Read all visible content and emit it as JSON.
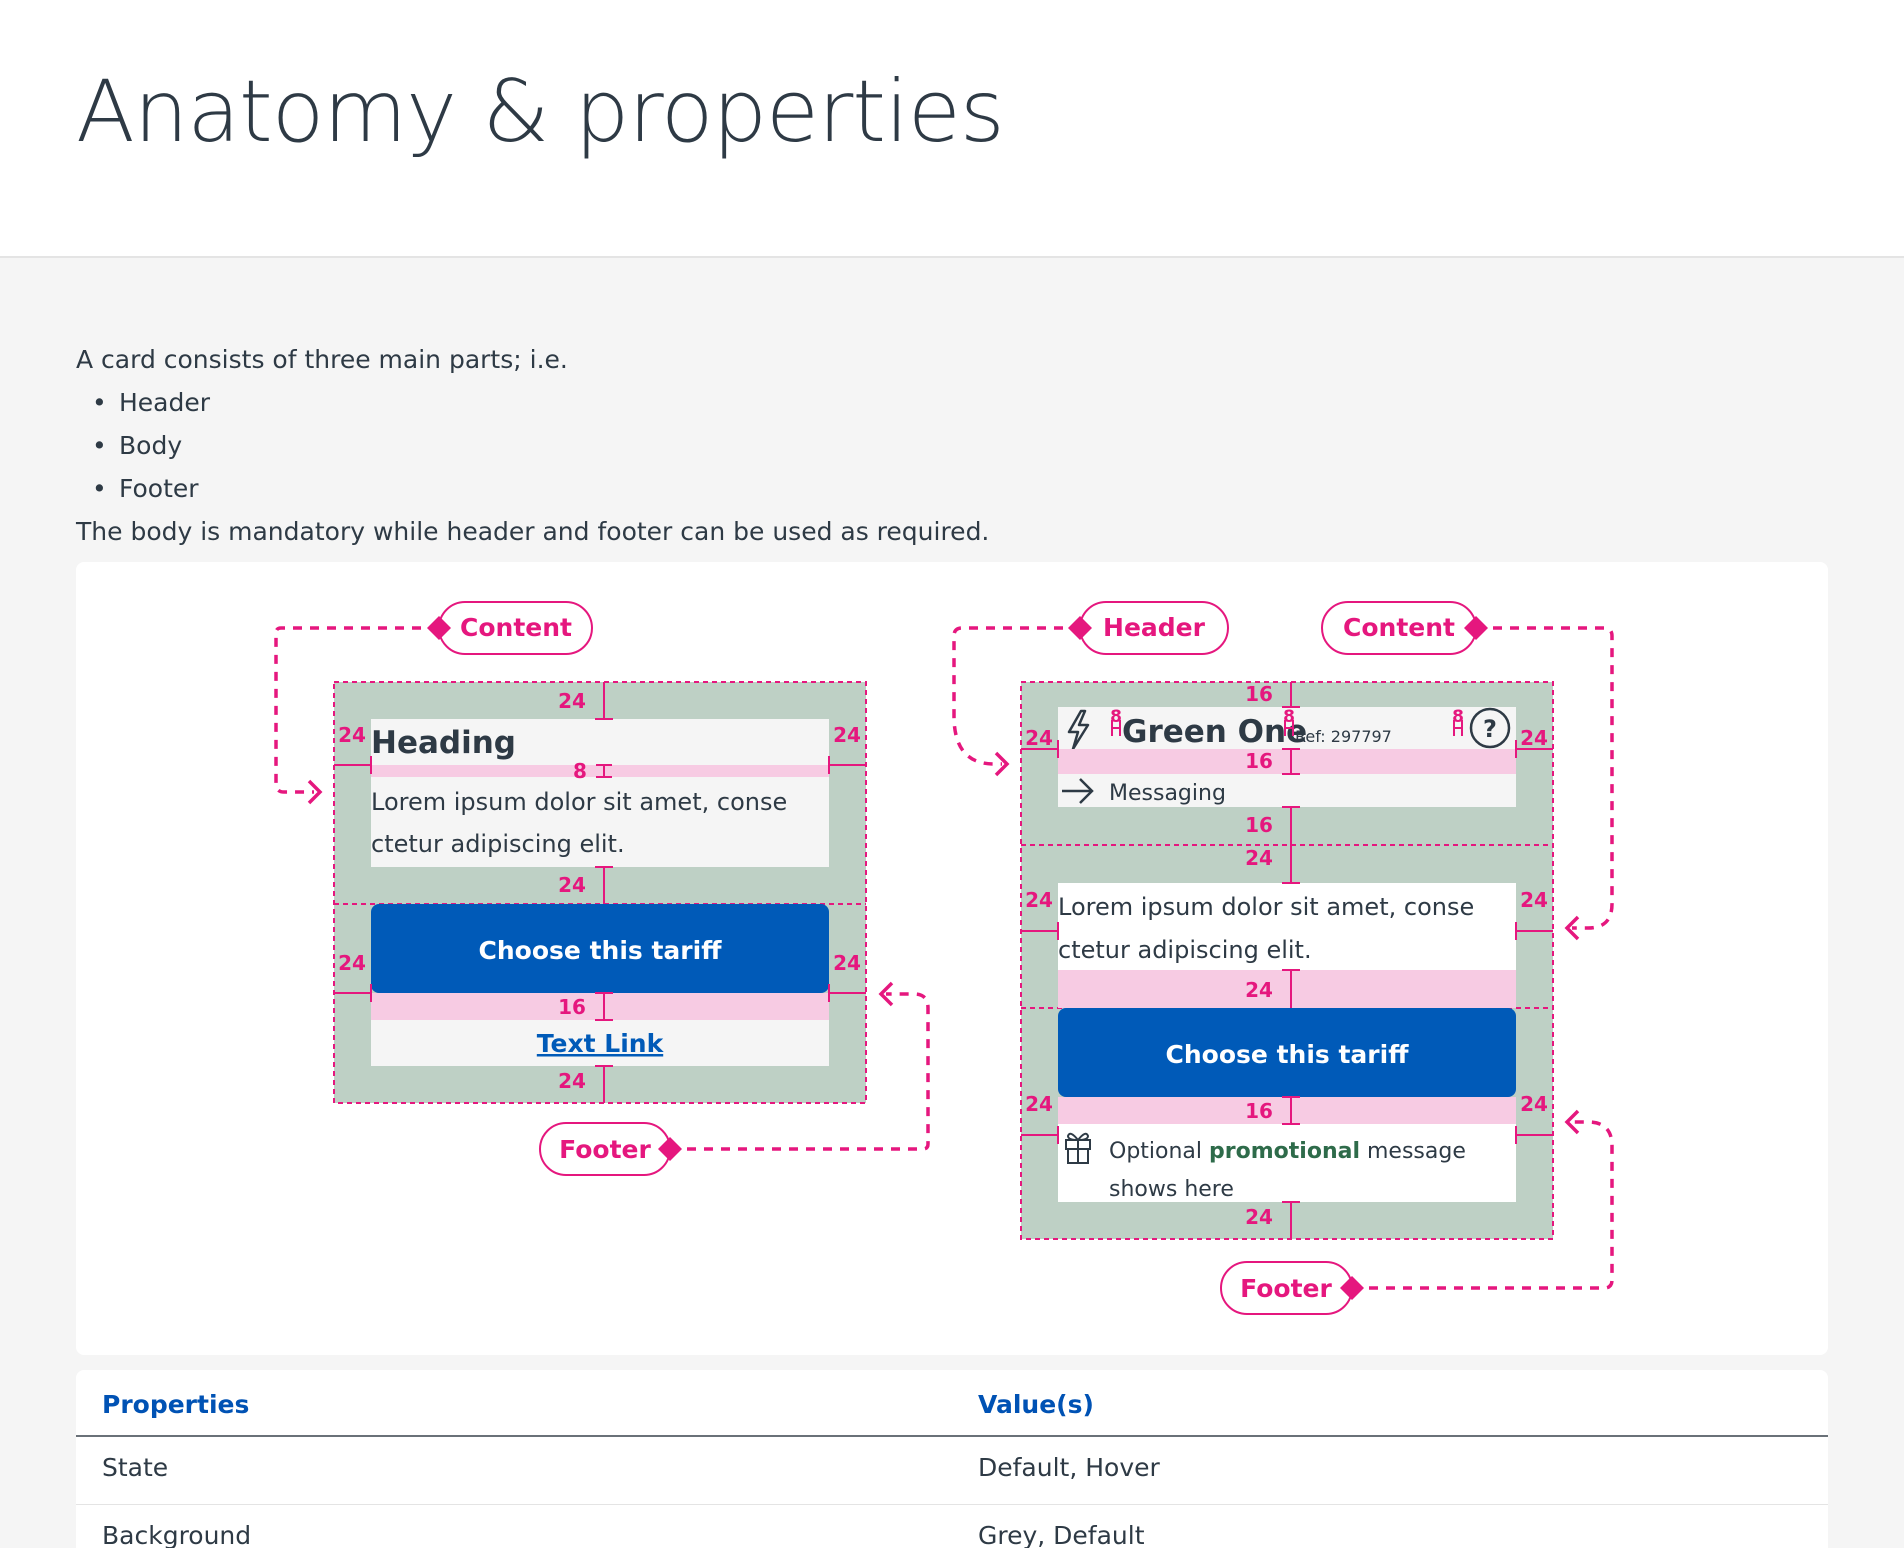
{
  "page": {
    "title": "Anatomy & properties"
  },
  "intro": {
    "lead": "A card consists of three main parts; i.e.",
    "parts": [
      "Header",
      "Body",
      "Footer"
    ],
    "note": "The body is mandatory while header and footer can be used as required."
  },
  "colors": {
    "annotation": "#e5177e",
    "spacing_highlight": "#f7cbe3",
    "card_padding": "#bed0c5",
    "primary_button": "#005ab8",
    "heading_text": "#2e3a45"
  },
  "diagram1": {
    "callout_content": "Content",
    "callout_footer": "Footer",
    "heading": "Heading",
    "body_line1": "Lorem ipsum dolor sit amet, conse",
    "body_line2": "ctetur adipiscing elit.",
    "button_label": "Choose this tariff",
    "link_label": "Text Link",
    "spacing": {
      "top": "24",
      "left": "24",
      "right": "24",
      "heading_gap": "8",
      "body_bottom": "24",
      "footer_left": "24",
      "footer_right": "24",
      "button_gap": "16",
      "bottom": "24"
    }
  },
  "diagram2": {
    "callout_header": "Header",
    "callout_content": "Content",
    "callout_footer": "Footer",
    "header_title": "Green One",
    "header_ref": "Ref: 297797",
    "header_icon": "lightning-icon",
    "help_icon": "question-circle-icon",
    "messaging_icon": "arrow-right-icon",
    "messaging_label": "Messaging",
    "body_line1": "Lorem ipsum dolor sit amet, conse",
    "body_line2": "ctetur adipiscing elit.",
    "button_label": "Choose this tariff",
    "promo_icon": "gift-icon",
    "promo_text_before": "Optional ",
    "promo_text_bold": "promotional",
    "promo_text_after": " message",
    "promo_text_line2": "shows here",
    "spacing": {
      "top": "16",
      "gap1": "8",
      "gap2": "8",
      "gap3": "8",
      "header_left": "24",
      "header_right": "24",
      "header_inner": "16",
      "header_bottom": "16",
      "body_top": "24",
      "body_left": "24",
      "body_right": "24",
      "body_bottom": "24",
      "footer_left": "24",
      "footer_right": "24",
      "button_gap": "16",
      "bottom": "24"
    }
  },
  "properties_table": {
    "headers": [
      "Properties",
      "Value(s)"
    ],
    "rows": [
      [
        "State",
        "Default, Hover"
      ],
      [
        "Background",
        "Grey, Default"
      ]
    ]
  }
}
